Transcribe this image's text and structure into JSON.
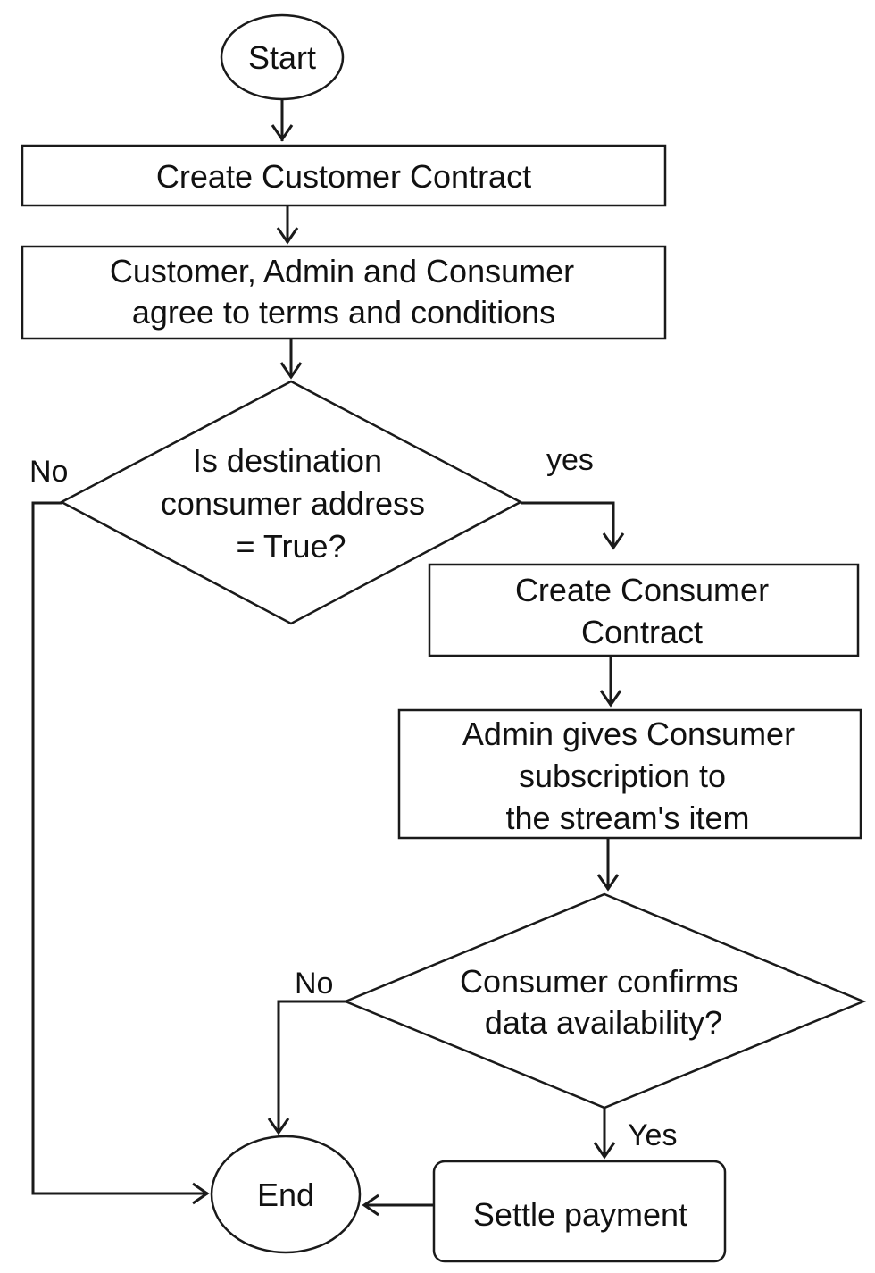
{
  "nodes": {
    "start": "Start",
    "create_customer_contract": "Create Customer Contract",
    "agree_terms": [
      "Customer, Admin and Consumer",
      "agree to terms and conditions"
    ],
    "decision_address": [
      "Is destination",
      "consumer address",
      "= True?"
    ],
    "create_consumer_contract": [
      "Create Consumer",
      "Contract"
    ],
    "admin_subscription": [
      "Admin gives Consumer",
      "subscription to",
      "the stream's item"
    ],
    "decision_confirm": [
      "Consumer confirms",
      "data availability?"
    ],
    "settle_payment": "Settle payment",
    "end": "End"
  },
  "edge_labels": {
    "address_no": "No",
    "address_yes": "yes",
    "confirm_no": "No",
    "confirm_yes": "Yes"
  }
}
